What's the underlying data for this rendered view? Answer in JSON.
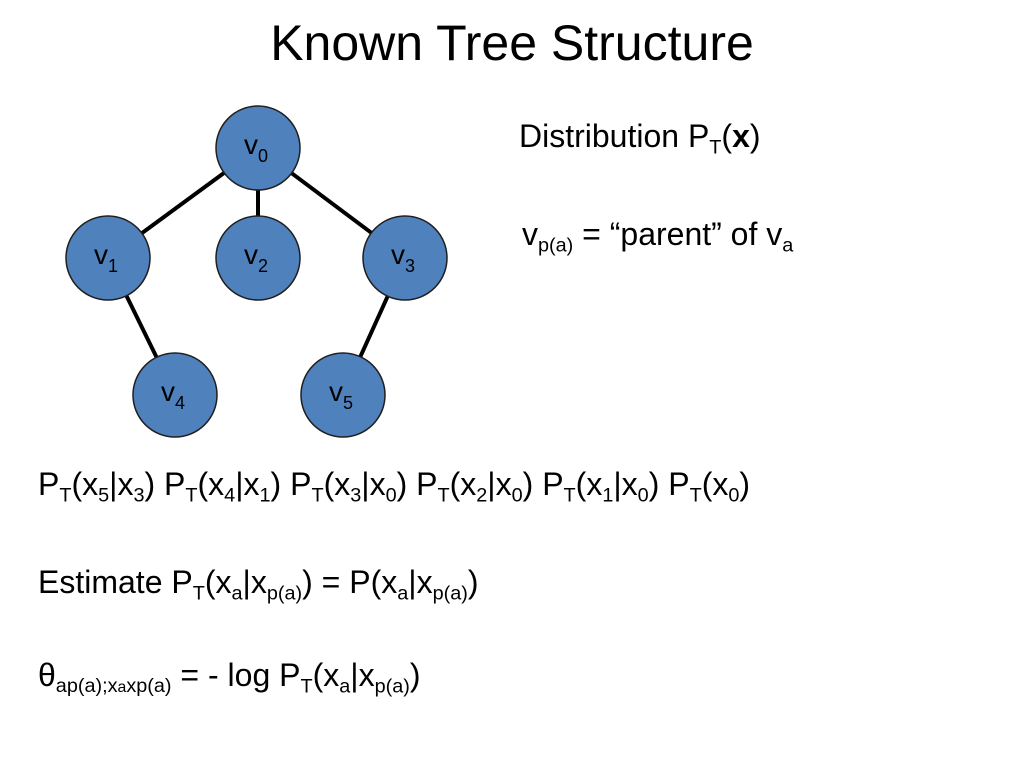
{
  "title": "Known Tree Structure",
  "tree": {
    "node_fill": "#4f81bd",
    "node_stroke": "#1f1f1f",
    "edge_color": "#000000",
    "nodes": [
      {
        "id": "v0",
        "base": "v",
        "sub": "0"
      },
      {
        "id": "v1",
        "base": "v",
        "sub": "1"
      },
      {
        "id": "v2",
        "base": "v",
        "sub": "2"
      },
      {
        "id": "v3",
        "base": "v",
        "sub": "3"
      },
      {
        "id": "v4",
        "base": "v",
        "sub": "4"
      },
      {
        "id": "v5",
        "base": "v",
        "sub": "5"
      }
    ],
    "edges": [
      [
        "v0",
        "v1"
      ],
      [
        "v0",
        "v2"
      ],
      [
        "v0",
        "v3"
      ],
      [
        "v1",
        "v4"
      ],
      [
        "v3",
        "v5"
      ]
    ]
  },
  "distribution": {
    "prefix": "Distribution P",
    "sub": "T",
    "open": "(",
    "bold": "x",
    "close": ")"
  },
  "parent_def": {
    "v": "v",
    "sub": "p(a)",
    "text": " = “parent” of v",
    "sub2": "a"
  },
  "factorization": {
    "f1": {
      "p": "P",
      "t": "T",
      "o": "(x",
      "a": "5",
      "bar": "|x",
      "b": "3",
      "c": ") "
    },
    "f2": {
      "p": "P",
      "t": "T",
      "o": "(x",
      "a": "4",
      "bar": "|x",
      "b": "1",
      "c": ") "
    },
    "f3": {
      "p": "P",
      "t": "T",
      "o": "(x",
      "a": "3",
      "bar": "|x",
      "b": "0",
      "c": ") "
    },
    "f4": {
      "p": "P",
      "t": "T",
      "o": "(x",
      "a": "2",
      "bar": "|x",
      "b": "0",
      "c": ") "
    },
    "f5": {
      "p": "P",
      "t": "T",
      "o": "(x",
      "a": "1",
      "bar": "|x",
      "b": "0",
      "c": ") "
    },
    "f6": {
      "p": "P",
      "t": "T",
      "o": "(x",
      "a": "0",
      "c": ")"
    }
  },
  "estimate": {
    "t1": "Estimate P",
    "s1": "T",
    "t2": "(x",
    "s2": "a",
    "t3": "|x",
    "s3": "p(a)",
    "t4": ") = P(x",
    "s4": "a",
    "t5": "|x",
    "s5": "p(a)",
    "t6": ")"
  },
  "theta": {
    "t1": "θ",
    "s1a": "ap(a);x",
    "s1b": "a",
    "s1c": "x",
    "s1d": "p(a)",
    "t2": " = - log P",
    "s2": "T",
    "t3": "(x",
    "s3": "a",
    "t4": "|x",
    "s4": "p(a)",
    "t5": ")"
  }
}
